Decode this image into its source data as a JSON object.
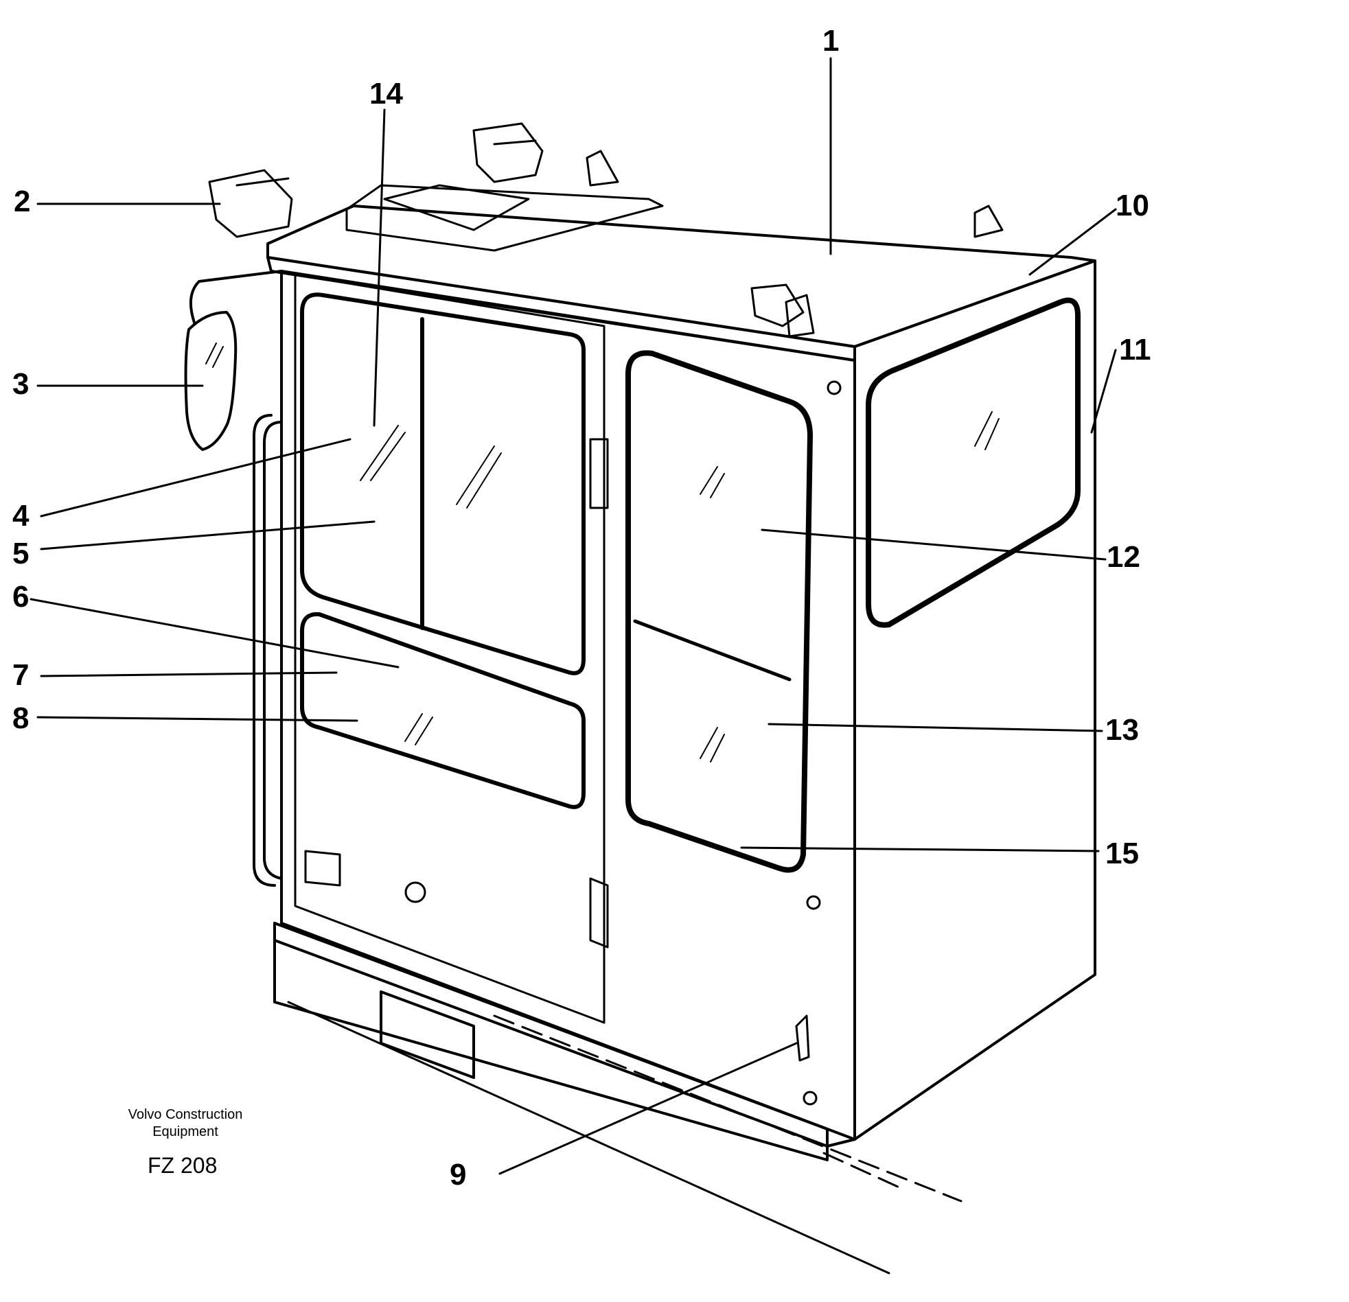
{
  "figure": {
    "company_line1": "Volvo Construction",
    "company_line2": "Equipment",
    "code": "FZ 208"
  },
  "callouts": [
    "1",
    "2",
    "3",
    "4",
    "5",
    "6",
    "7",
    "8",
    "9",
    "10",
    "11",
    "12",
    "13",
    "14",
    "15"
  ],
  "colors": {
    "ink": "#000000",
    "paper": "#ffffff"
  }
}
